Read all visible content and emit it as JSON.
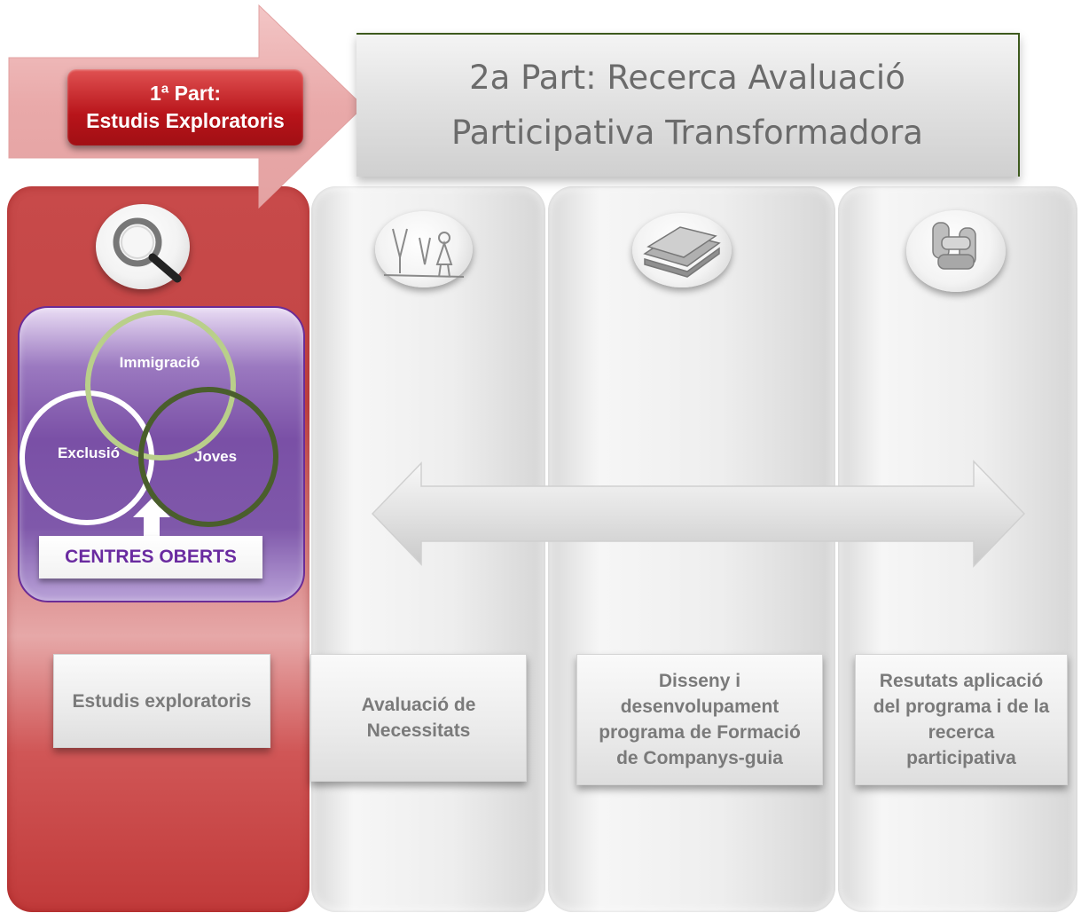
{
  "phase1": {
    "line1": "1ª Part:",
    "line2": "Estudis Exploratoris"
  },
  "phase2": {
    "line1": "2a Part: Recerca Avaluació",
    "line2": "Participativa Transformadora"
  },
  "venn": {
    "circle_top": "Immigració",
    "circle_left": "Exclusió",
    "circle_right": "Joves",
    "base": "CENTRES OBERTS"
  },
  "columns": [
    {
      "label": "Estudis exploratoris",
      "icon": "magnifier-icon"
    },
    {
      "label": "Avaluació de\nNecessitats",
      "icon": "childrens-drawing-icon"
    },
    {
      "label": "Disseny  i\ndesenvolupament\nprograma de Formació\nde Companys-guia",
      "icon": "stacked-books-icon"
    },
    {
      "label": "Resutats aplicació\ndel programa i de la\nrecerca\nparticipativa",
      "icon": "joined-hands-icon"
    }
  ],
  "colors": {
    "red": "#c24545",
    "purple": "#7a50a6",
    "venn_green_light": "#b9cf8a",
    "venn_green_dark": "#4a5e2c"
  }
}
